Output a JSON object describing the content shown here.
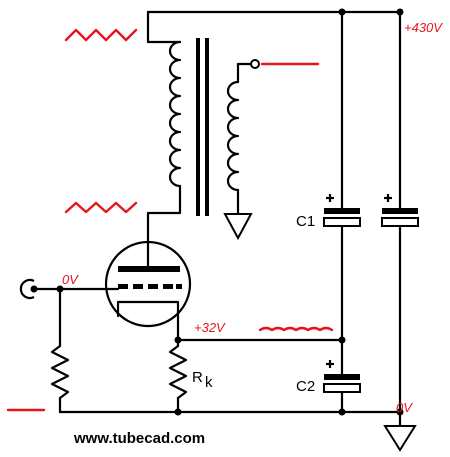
{
  "labels": {
    "supply_voltage": "+430V",
    "ground_right": "0V",
    "grid_input": "0V",
    "cathode_voltage": "+32V",
    "cap_c1": "C1",
    "cap_c2": "C2",
    "resistor_rk_main": "R",
    "resistor_rk_sub": "k",
    "website": "www.tubecad.com"
  },
  "colors": {
    "wire": "#000000",
    "signal": "#e8151b"
  }
}
